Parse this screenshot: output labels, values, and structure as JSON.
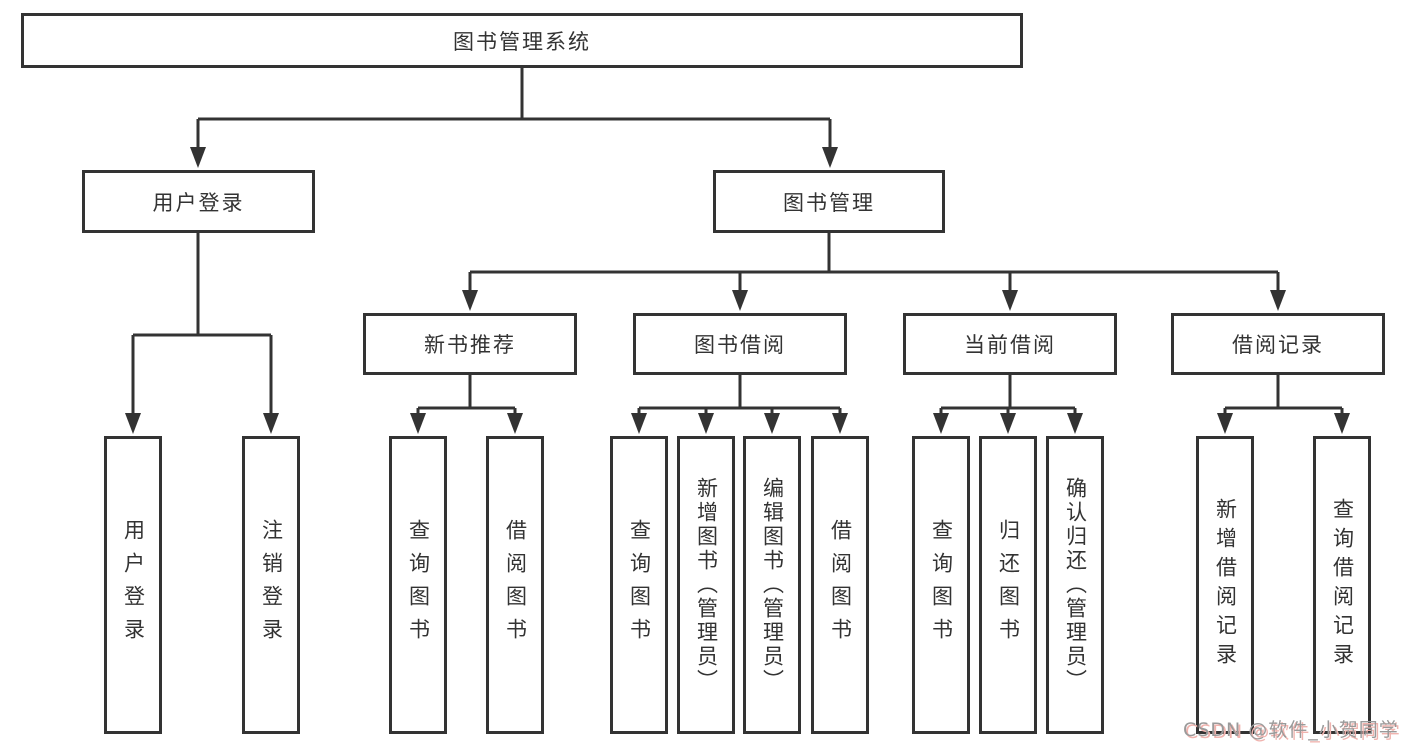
{
  "diagram": {
    "title_node": {
      "label": "图书管理系统"
    },
    "level1": [
      {
        "label": "用户登录"
      },
      {
        "label": "图书管理"
      }
    ],
    "level2": [
      {
        "label": "新书推荐",
        "parent": "图书管理"
      },
      {
        "label": "图书借阅",
        "parent": "图书管理"
      },
      {
        "label": "当前借阅",
        "parent": "图书管理"
      },
      {
        "label": "借阅记录",
        "parent": "图书管理"
      }
    ],
    "leaves": [
      {
        "label": "用户登录",
        "parent": "用户登录"
      },
      {
        "label": "注销登录",
        "parent": "用户登录"
      },
      {
        "label": "查询图书",
        "parent": "新书推荐"
      },
      {
        "label": "借阅图书",
        "parent": "新书推荐"
      },
      {
        "label": "查询图书",
        "parent": "图书借阅"
      },
      {
        "label": "新增图书（管理员）",
        "parent": "图书借阅"
      },
      {
        "label": "编辑图书（管理员）",
        "parent": "图书借阅"
      },
      {
        "label": "借阅图书",
        "parent": "图书借阅"
      },
      {
        "label": "查询图书",
        "parent": "当前借阅"
      },
      {
        "label": "归还图书",
        "parent": "当前借阅"
      },
      {
        "label": "确认归还（管理员）",
        "parent": "当前借阅"
      },
      {
        "label": "新增借阅记录",
        "parent": "借阅记录"
      },
      {
        "label": "查询借阅记录",
        "parent": "借阅记录"
      }
    ]
  },
  "watermark": {
    "text": "CSDN @软件_小贺同学"
  },
  "colors": {
    "line": "#333333",
    "border": "#333333",
    "text": "#333333",
    "background": "#ffffff",
    "watermark_text": "#9a9a9a",
    "watermark_shadow": "#f0b3ae"
  }
}
